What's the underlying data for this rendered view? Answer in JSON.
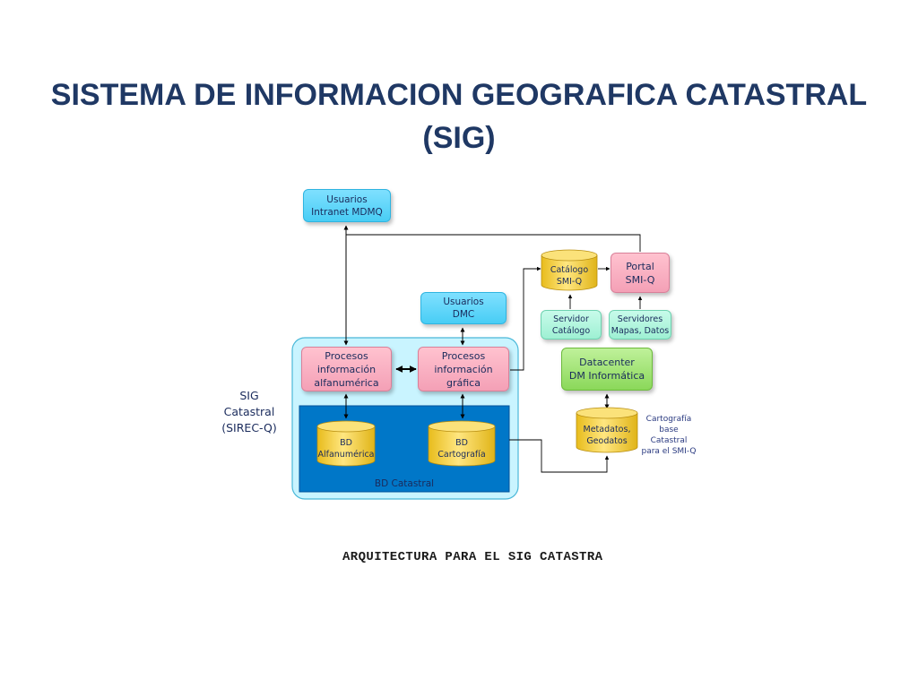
{
  "slide": {
    "title_line1": "SISTEMA DE INFORMACION GEOGRAFICA CATASTRAL",
    "title_line2": "(SIG)",
    "caption": "ARQUITECTURA PARA EL SIG CATASTRA"
  },
  "diagram": {
    "sig_label": {
      "line1": "SIG",
      "line2": "Catastral",
      "line3": "(SIREC-Q)"
    },
    "usuarios_intranet": {
      "line1": "Usuarios",
      "line2": "Intranet MDMQ"
    },
    "usuarios_dmc": {
      "line1": "Usuarios",
      "line2": "DMC"
    },
    "procesos_alfa": {
      "line1": "Procesos",
      "line2": "información",
      "line3": "alfanumérica"
    },
    "procesos_grafica": {
      "line1": "Procesos",
      "line2": "información",
      "line3": "gráfica"
    },
    "bd_alfa": {
      "line1": "BD",
      "line2": "Alfanumérica"
    },
    "bd_carto": {
      "line1": "BD",
      "line2": "Cartografía"
    },
    "bd_catastral": "BD Catastral",
    "catalogo": {
      "line1": "Catálogo",
      "line2": "SMI-Q"
    },
    "portal": {
      "line1": "Portal",
      "line2": "SMI-Q"
    },
    "servidor_catalogo": {
      "line1": "Servidor",
      "line2": "Catálogo"
    },
    "servidores_mapas": {
      "line1": "Servidores",
      "line2": "Mapas, Datos"
    },
    "datacenter": {
      "line1": "Datacenter",
      "line2": "DM Informática"
    },
    "metadatos": {
      "line1": "Metadatos,",
      "line2": "Geodatos"
    },
    "cartografia_note": {
      "line1": "Cartografía",
      "line2": "base",
      "line3": "Catastral",
      "line4": "para el SMI-Q"
    }
  },
  "colors": {
    "title": "#1f3864",
    "user_box": "#48cdf5",
    "process_box": "#f4a0b6",
    "server_box": "#9ef0d3",
    "datacenter_box": "#8bd85a",
    "database": "#f5d23c",
    "container_outer": "#c9f4ff",
    "container_inner": "#0077c8"
  }
}
